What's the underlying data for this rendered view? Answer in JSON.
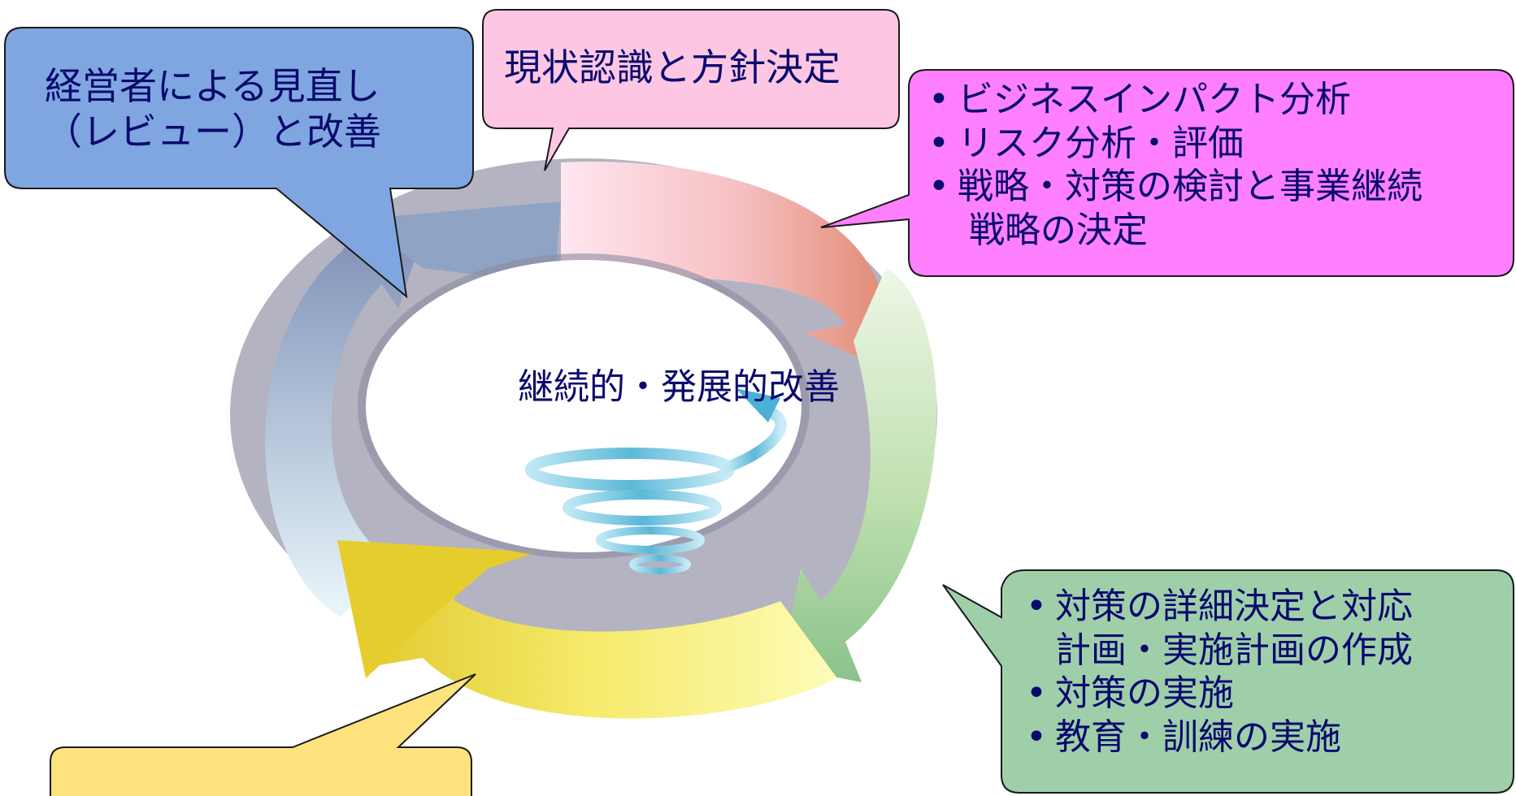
{
  "center": {
    "label": "継続的・発展的改善"
  },
  "callouts": {
    "review": {
      "lines": [
        "経営者による見直し",
        "（レビュー）と改善"
      ]
    },
    "policy": {
      "text": "現状認識と方針決定"
    },
    "analysis": {
      "items": [
        "ビジネスインパクト分析",
        "リスク分析・評価",
        "戦略・対策の検討と事業継続",
        "戦略の決定"
      ]
    },
    "implementation": {
      "items": [
        "対策の詳細決定と対応",
        "計画・実施計画の作成",
        "対策の実施",
        "教育・訓練の実施"
      ]
    },
    "bottom": {
      "text": ""
    }
  },
  "colors": {
    "review_fill": "#7fa6e0",
    "policy_fill": "#fdc7e3",
    "analysis_fill": "#ff80ff",
    "implementation_fill": "#9fcfa9",
    "bottom_fill": "#fde27e",
    "text": "#0a0a6e"
  }
}
